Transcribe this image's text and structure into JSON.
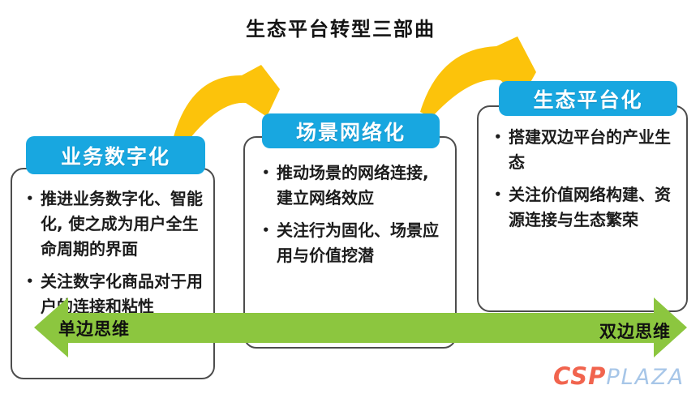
{
  "title": "生态平台转型三部曲",
  "boxes": [
    {
      "header": "业务数字化",
      "bullets": [
        "推进业务数字化、智能化, 使之成为用户全生命周期的界面",
        "关注数字化商品对于用户的连接和粘性"
      ]
    },
    {
      "header": "场景网络化",
      "bullets": [
        "推动场景的网络连接, 建立网络效应",
        "关注行为固化、场景应用与价值挖潜"
      ]
    },
    {
      "header": "生态平台化",
      "bullets": [
        "搭建双边平台的产业生态",
        "关注价值网络构建、资源连接与生态繁荣"
      ]
    }
  ],
  "axis": {
    "left_label": "单边思维",
    "right_label": "双边思维"
  },
  "logo": {
    "part1": "CSP",
    "part2": "PLAZA"
  },
  "colors": {
    "header_blue": "#18a7e0",
    "arrow_green": "#8cc63f",
    "swoosh_yellow": "#fcc30b",
    "box_border_gray": "#4d4d4d",
    "logo_red": "#f1644e",
    "logo_light_blue": "#a7c6e8"
  }
}
